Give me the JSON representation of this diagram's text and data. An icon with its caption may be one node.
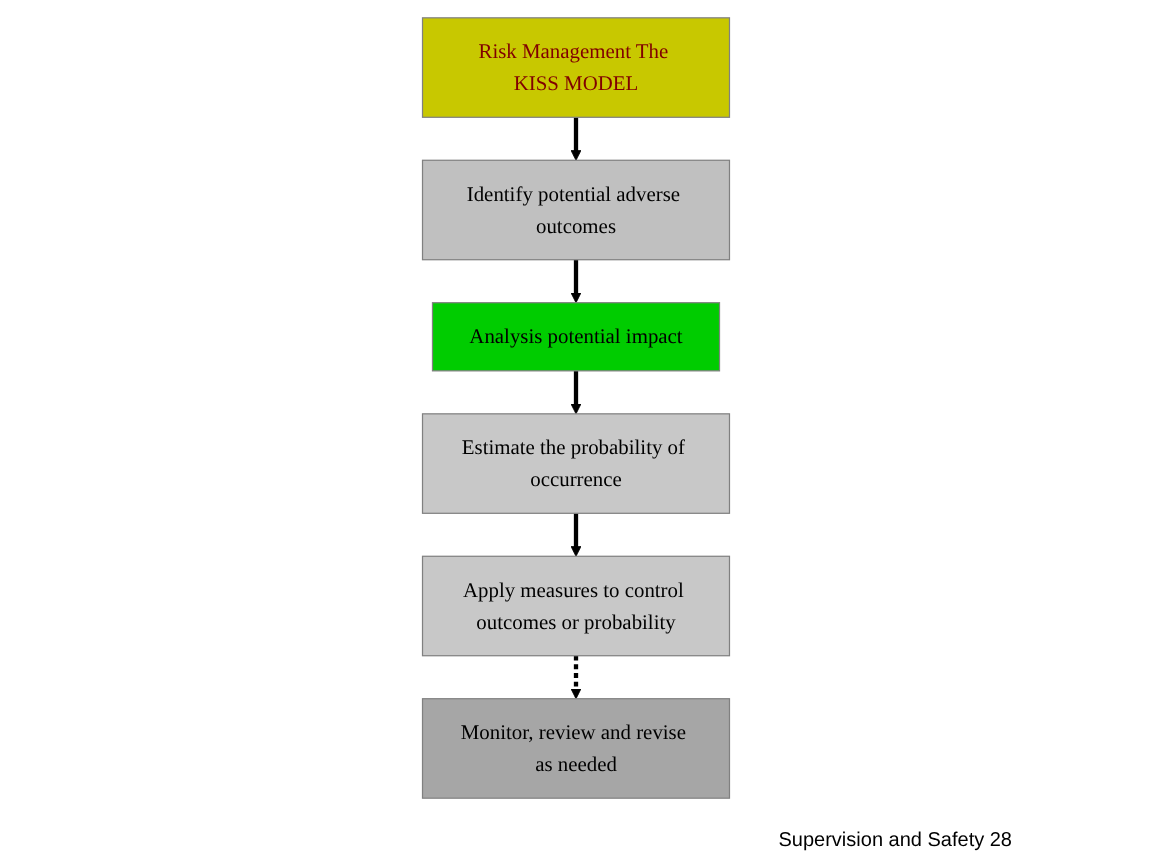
{
  "diagram": {
    "nodes": [
      {
        "text": [
          "Risk Management The KISS MODEL"
        ]
      },
      {
        "text": [
          "Identify potential adverse outcomes"
        ]
      },
      {
        "text": [
          "Analysis potential impact"
        ]
      },
      {
        "text": [
          "Estimate the probability of occurrence"
        ]
      },
      {
        "text": [
          "Apply measures to control outcomes or probability"
        ]
      },
      {
        "text": [
          "Monitor, review and revise as needed"
        ]
      }
    ],
    "edges": [
      {
        "from": 0,
        "to": 1,
        "arrow": "to"
      },
      {
        "from": 1,
        "to": 2,
        "arrow": "to"
      },
      {
        "from": 2,
        "to": 3,
        "arrow": "to"
      },
      {
        "from": 3,
        "to": 4,
        "arrow": "to"
      },
      {
        "from": 4,
        "to": 5,
        "arrow": "to",
        "style": "dashed"
      }
    ],
    "labels": [
      "Supervision and Safety 28"
    ]
  }
}
